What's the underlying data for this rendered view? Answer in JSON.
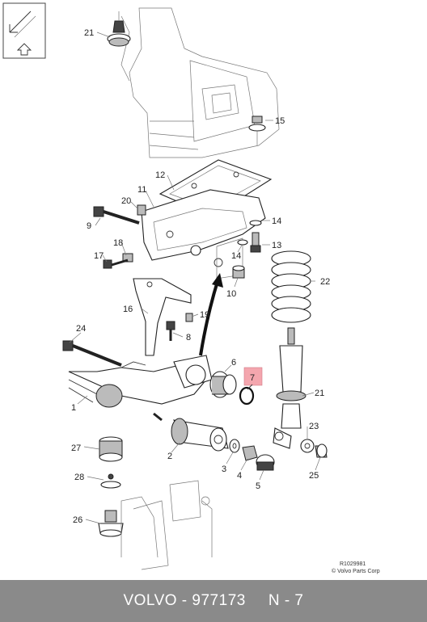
{
  "diagram": {
    "callouts": [
      "21",
      "15",
      "12",
      "11",
      "20",
      "9",
      "14",
      "13",
      "18",
      "17",
      "14",
      "10",
      "22",
      "16",
      "19",
      "8",
      "24",
      "6",
      "7",
      "1",
      "21",
      "23",
      "27",
      "2",
      "3",
      "4",
      "5",
      "25",
      "28",
      "26"
    ],
    "ref_code": "R1029981",
    "copyright": "© Volvo Parts Corp"
  },
  "footer": {
    "brand": "VOLVO",
    "separator": " - ",
    "part_number": "977173",
    "position": "N - 7"
  },
  "colors": {
    "footer_bg": "#8a8a8a",
    "highlight_box": "#f4a6ae"
  }
}
